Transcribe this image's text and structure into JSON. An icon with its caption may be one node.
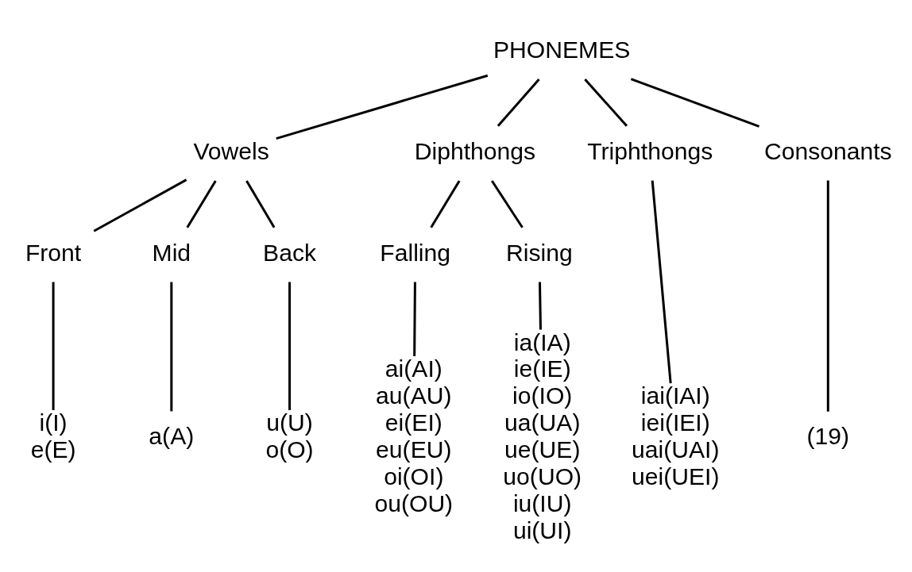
{
  "diagram": {
    "nodes": [
      {
        "text": [
          "PHONEMES"
        ]
      },
      {
        "text": [
          "Vowels"
        ]
      },
      {
        "text": [
          "Diphthongs"
        ]
      },
      {
        "text": [
          "Triphthongs"
        ]
      },
      {
        "text": [
          "Consonants"
        ]
      },
      {
        "text": [
          "Front"
        ]
      },
      {
        "text": [
          "Mid"
        ]
      },
      {
        "text": [
          "Back"
        ]
      },
      {
        "text": [
          "Falling"
        ]
      },
      {
        "text": [
          "Rising"
        ]
      },
      {
        "text": [
          "i(I)",
          "e(E)"
        ]
      },
      {
        "text": [
          "a(A)"
        ]
      },
      {
        "text": [
          "u(U)",
          "o(O)"
        ]
      },
      {
        "text": [
          "ai(AI)",
          "au(AU)",
          "ei(EI)",
          "eu(EU)",
          "oi(OI)",
          "ou(OU)"
        ]
      },
      {
        "text": [
          "ia(IA)",
          "ie(IE)",
          "io(IO)",
          "ua(UA)",
          "ue(UE)",
          "uo(UO)",
          "iu(IU)",
          "ui(UI)"
        ]
      },
      {
        "text": [
          "iai(IAI)",
          "iei(IEI)",
          "uai(UAI)",
          "uei(UEI)"
        ]
      },
      {
        "text": [
          "(19)"
        ]
      }
    ],
    "edges": [
      {
        "from": 0,
        "to": 1,
        "arrow": "none"
      },
      {
        "from": 0,
        "to": 2,
        "arrow": "none"
      },
      {
        "from": 0,
        "to": 3,
        "arrow": "none"
      },
      {
        "from": 0,
        "to": 4,
        "arrow": "none"
      },
      {
        "from": 1,
        "to": 5,
        "arrow": "none"
      },
      {
        "from": 1,
        "to": 6,
        "arrow": "none"
      },
      {
        "from": 1,
        "to": 7,
        "arrow": "none"
      },
      {
        "from": 2,
        "to": 8,
        "arrow": "none"
      },
      {
        "from": 2,
        "to": 9,
        "arrow": "none"
      },
      {
        "from": 5,
        "to": 10,
        "arrow": "none"
      },
      {
        "from": 6,
        "to": 11,
        "arrow": "none"
      },
      {
        "from": 7,
        "to": 12,
        "arrow": "none"
      },
      {
        "from": 8,
        "to": 13,
        "arrow": "none"
      },
      {
        "from": 9,
        "to": 14,
        "arrow": "none"
      },
      {
        "from": 3,
        "to": 15,
        "arrow": "none"
      },
      {
        "from": 4,
        "to": 16,
        "arrow": "none"
      }
    ]
  }
}
